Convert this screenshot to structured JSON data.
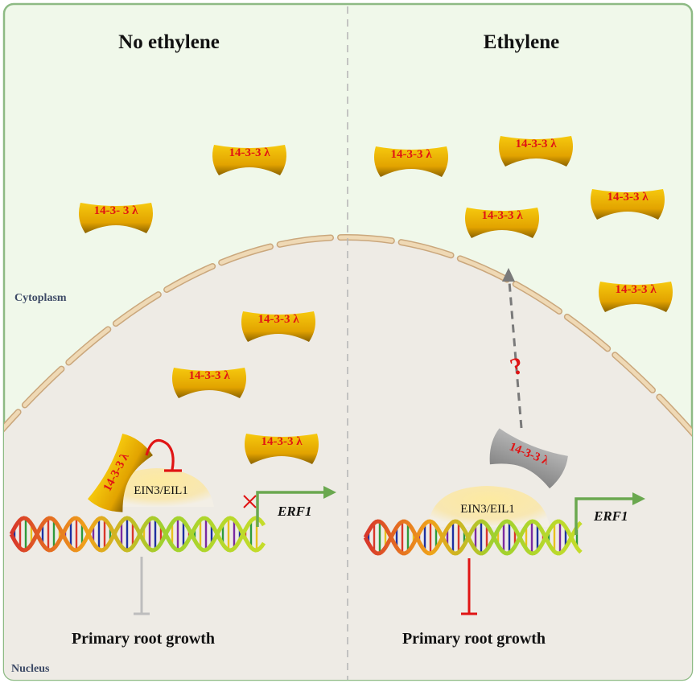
{
  "panels": {
    "left_title": "No ethylene",
    "right_title": "Ethylene"
  },
  "regions": {
    "cytoplasm": "Cytoplasm",
    "nucleus": "Nucleus"
  },
  "proteins": {
    "left_free": [
      "14-3-3 λ",
      "14-3- 3 λ",
      "14-3-3 λ",
      "14-3-3 λ",
      "14-3-3 λ"
    ],
    "left_bound": "14-3-3 λ",
    "right_free": [
      "14-3-3 λ",
      "14-3-3 λ",
      "14-3-3 λ",
      "14-3-3 λ",
      "14-3-3 λ"
    ],
    "right_leaving": "14-3-3 λ"
  },
  "transcription_factor": {
    "left": "EIN3/EIL1",
    "right": "EIN3/EIL1"
  },
  "gene": {
    "left": "ERF1",
    "right": "ERF1"
  },
  "outcome": {
    "left": "Primary root growth",
    "right": "Primary root growth"
  },
  "annotation": {
    "question_mark": "?"
  },
  "colors": {
    "cytoplasm": "#f0f8ea",
    "cell_wall": "#8dba84",
    "nucleus": "#eeebe5",
    "envelope": "#efd9b5",
    "protein_gold": "#f0b800",
    "protein_gray": "#9c9c9c",
    "inhibit_red": "#e01414",
    "arrow_green": "#6aa84f"
  }
}
